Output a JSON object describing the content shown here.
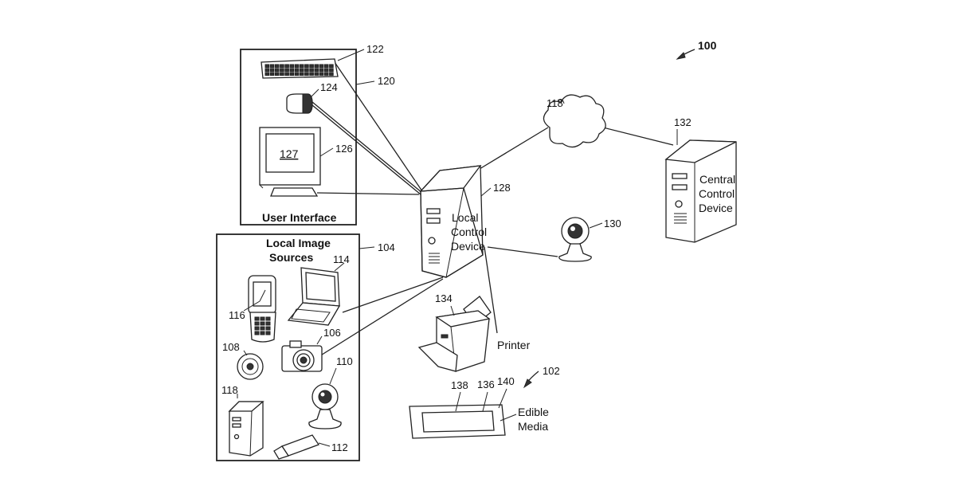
{
  "labels": {
    "system_ref": "100",
    "keyboard_ref": "122",
    "user_interface_ref": "120",
    "mouse_ref": "124",
    "monitor_ref": "126",
    "screen_ref": "127",
    "user_interface_title": "User Interface",
    "network_ref": "118",
    "local_control_ref": "128",
    "local_control_line1": "Local",
    "local_control_line2": "Control",
    "local_control_line3": "Device",
    "central_control_ref": "132",
    "central_control_line1": "Central",
    "central_control_line2": "Control",
    "central_control_line3": "Device",
    "webcam_ref": "130",
    "local_sources_ref": "104",
    "local_sources_line1": "Local Image",
    "local_sources_line2": "Sources",
    "laptop_ref": "114",
    "phone_ref": "116",
    "camera_ref": "106",
    "disc_ref": "108",
    "webcam_local_ref": "110",
    "tower_ref": "118",
    "usb_ref": "112",
    "printer_ref": "134",
    "printer_label": "Printer",
    "edible_system_ref": "102",
    "media_ref_138": "138",
    "media_ref_136": "136",
    "media_ref_140": "140",
    "edible_media_line1": "Edible",
    "edible_media_line2": "Media"
  },
  "icons": {
    "keyboard": "keyboard-icon",
    "mouse": "mouse-icon",
    "monitor": "monitor-icon",
    "cloud": "cloud-icon",
    "server": "server-icon",
    "webcam": "webcam-icon",
    "phone": "phone-icon",
    "laptop": "laptop-icon",
    "camera": "camera-icon",
    "disc": "disc-icon",
    "usb": "usb-drive-icon",
    "printer": "printer-icon",
    "edible_media": "edible-media-icon"
  },
  "colors": {
    "line": "#222222",
    "background": "#ffffff"
  }
}
